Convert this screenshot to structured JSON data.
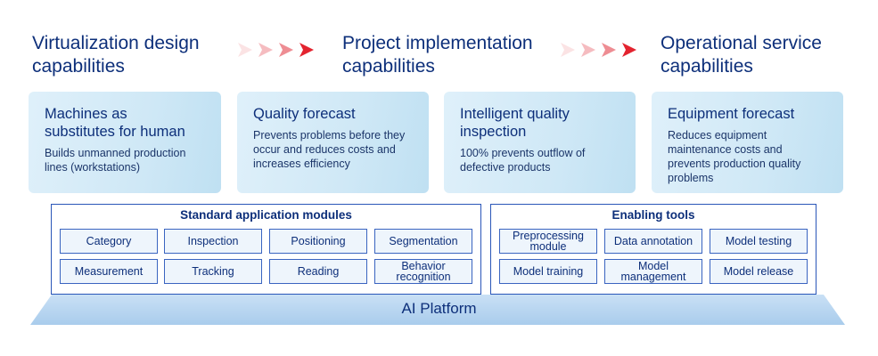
{
  "capabilities": [
    {
      "title": "Virtualization design\ncapabilities"
    },
    {
      "title": "Project implementation\ncapabilities"
    },
    {
      "title": "Operational service\ncapabilities"
    }
  ],
  "cards": [
    {
      "title": "Machines as\nsubstitutes for human",
      "desc": "Builds unmanned production\nlines (workstations)"
    },
    {
      "title": "Quality forecast",
      "desc": "Prevents problems before they\noccur and reduces costs and\nincreases efficiency"
    },
    {
      "title": "Intelligent quality\ninspection",
      "desc": "100% prevents outflow of\ndefective products"
    },
    {
      "title": "Equipment forecast",
      "desc": "Reduces equipment\nmaintenance costs and\nprevents production quality\nproblems"
    }
  ],
  "standard_modules": {
    "title": "Standard application modules",
    "items": [
      "Category",
      "Inspection",
      "Positioning",
      "Segmentation",
      "Measurement",
      "Tracking",
      "Reading",
      "Behavior\nrecognition"
    ]
  },
  "enabling_tools": {
    "title": "Enabling tools",
    "items": [
      "Preprocessing\nmodule",
      "Data annotation",
      "Model testing",
      "Model training",
      "Model\nmanagement",
      "Model release"
    ]
  },
  "platform": {
    "label": "AI Platform"
  },
  "colors": {
    "title": "#0d2f7a",
    "arrow_light": "#f6c9cc",
    "arrow_dark": "#e3232f",
    "border": "#2a56b8"
  }
}
